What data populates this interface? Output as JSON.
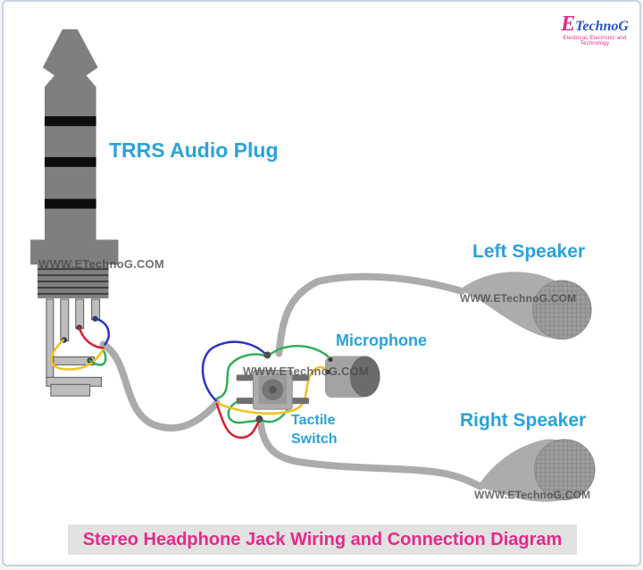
{
  "logo": {
    "e": "E",
    "rest": "TechnoG",
    "tagline": "Electrical, Electronic and Technology"
  },
  "labels": {
    "plug": "TRRS Audio Plug",
    "left_speaker": "Left Speaker",
    "microphone": "Microphone",
    "tactile_line1": "Tactile",
    "tactile_line2": "Switch",
    "right_speaker": "Right Speaker"
  },
  "watermark": "WWW.ETechnoG.COM",
  "title": "Stereo Headphone Jack Wiring and Connection Diagram",
  "colors": {
    "label_blue": "#29a2dc",
    "title_pink": "#e7298a",
    "cable_gray": "#ababab",
    "plug_gray": "#7f7f7f",
    "wires": {
      "blue": "#2a35c0",
      "red": "#d61f2c",
      "yellow": "#f0c11d",
      "green": "#2fae57"
    }
  },
  "components": {
    "plug": "TRRS Audio Plug",
    "microphone": "Microphone",
    "switch": "Tactile Switch",
    "left_speaker": "Left Speaker",
    "right_speaker": "Right Speaker",
    "wire_colors": [
      "blue",
      "red",
      "yellow",
      "green"
    ]
  }
}
